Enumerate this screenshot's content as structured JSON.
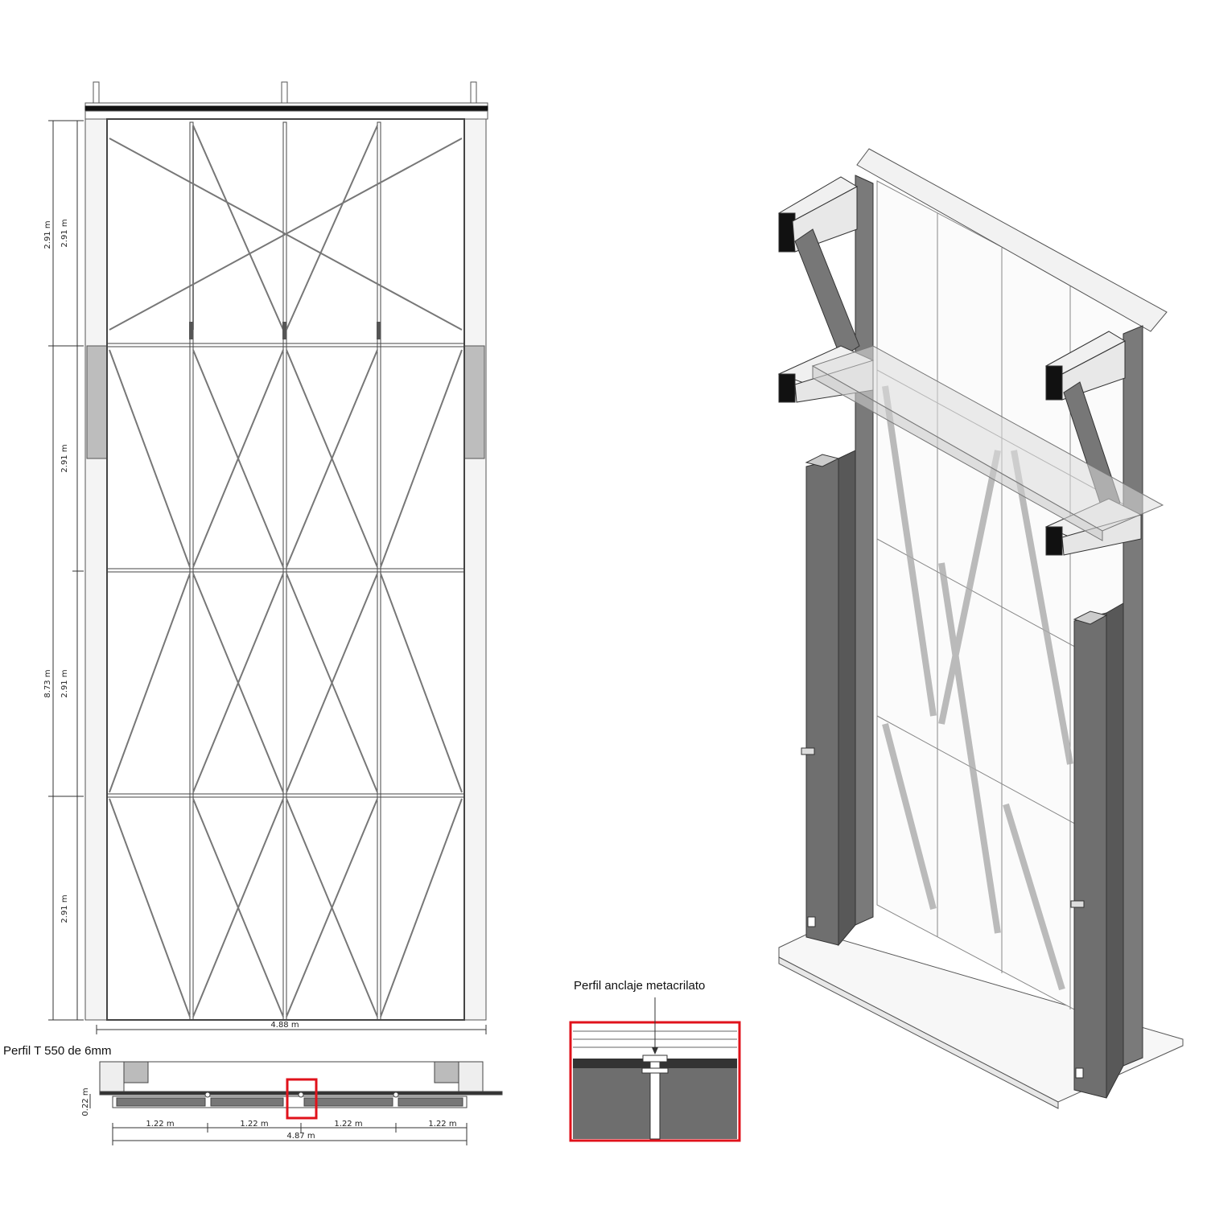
{
  "elevation": {
    "dims_outer": [
      "2.91 m",
      "8.73 m"
    ],
    "dims_inner": [
      "2.91 m",
      "2.91 m",
      "2.91 m",
      "2.91 m"
    ],
    "width": "4.88 m"
  },
  "plan": {
    "label": "Perfil T 550 de 6mm",
    "thickness": "0.22 m",
    "modules": [
      "1.22 m",
      "1.22 m",
      "1.22 m",
      "1.22 m"
    ],
    "total": "4.87 m",
    "highlight_color": "#e0121b"
  },
  "detail": {
    "label": "Perfil anclaje metacrilato",
    "frame_color": "#e0121b"
  },
  "colors": {
    "column": "#6f6f6f",
    "column_dark": "#555555",
    "glass": "#d9d9d9"
  }
}
